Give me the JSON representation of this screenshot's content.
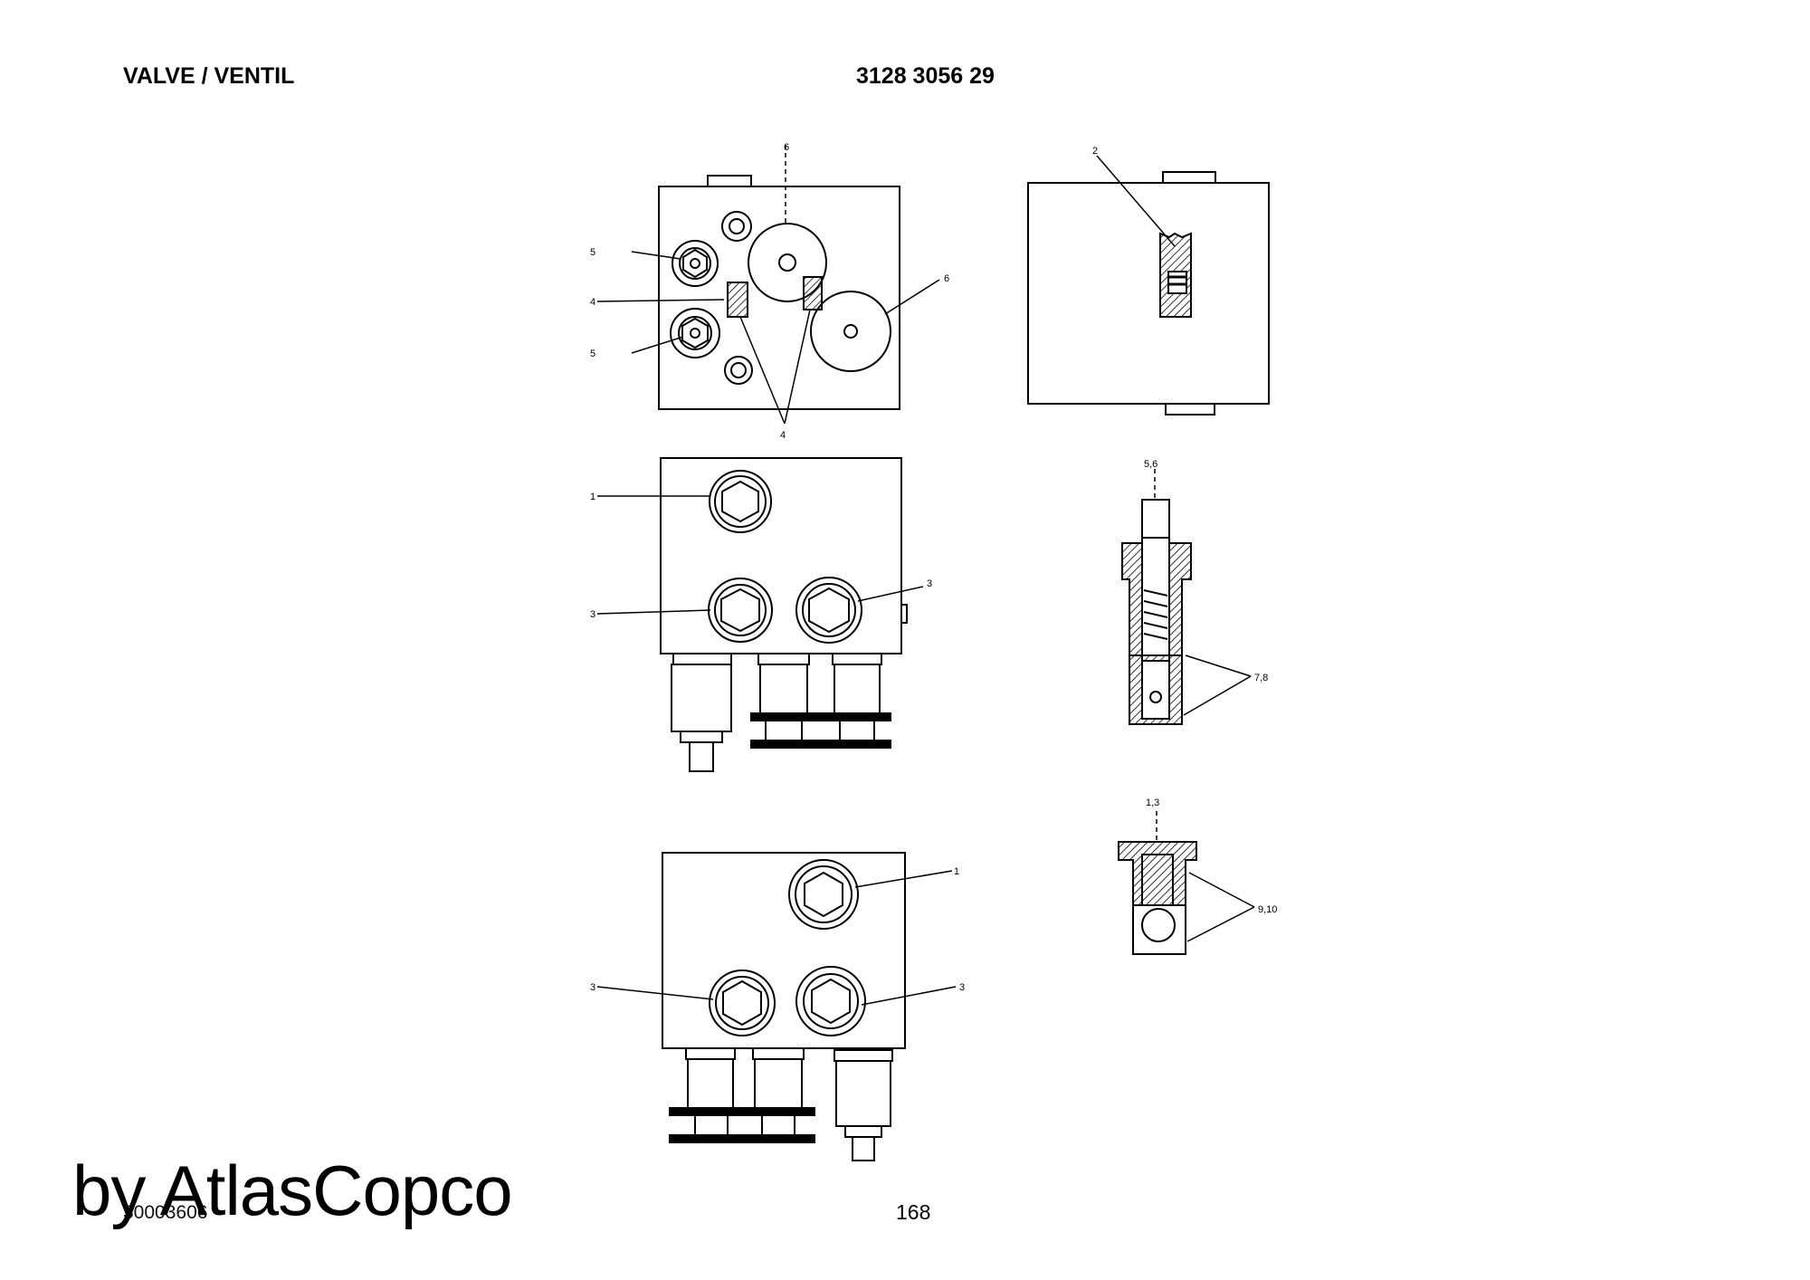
{
  "header": {
    "title": "VALVE / VENTIL",
    "part_number": "3128 3056 29"
  },
  "footer": {
    "page_number": "168",
    "doc_ref": "30003606",
    "watermark": "by AtlasCopco"
  },
  "callouts": {
    "top_view": {
      "c6_top": "6",
      "c5a": "5",
      "c4_left": "4",
      "c5b": "5",
      "c6_right": "6",
      "c4_bottom": "4"
    },
    "side_view": {
      "c2": "2"
    },
    "front_view": {
      "c1": "1",
      "c3_left": "3",
      "c3_right": "3"
    },
    "cartridge_valve": {
      "c56": "5,6",
      "c78": "7,8"
    },
    "check_valve": {
      "c13": "1,3",
      "c910": "9,10"
    },
    "rear_view": {
      "c1": "1",
      "c3_left": "3",
      "c3_right": "3"
    }
  }
}
